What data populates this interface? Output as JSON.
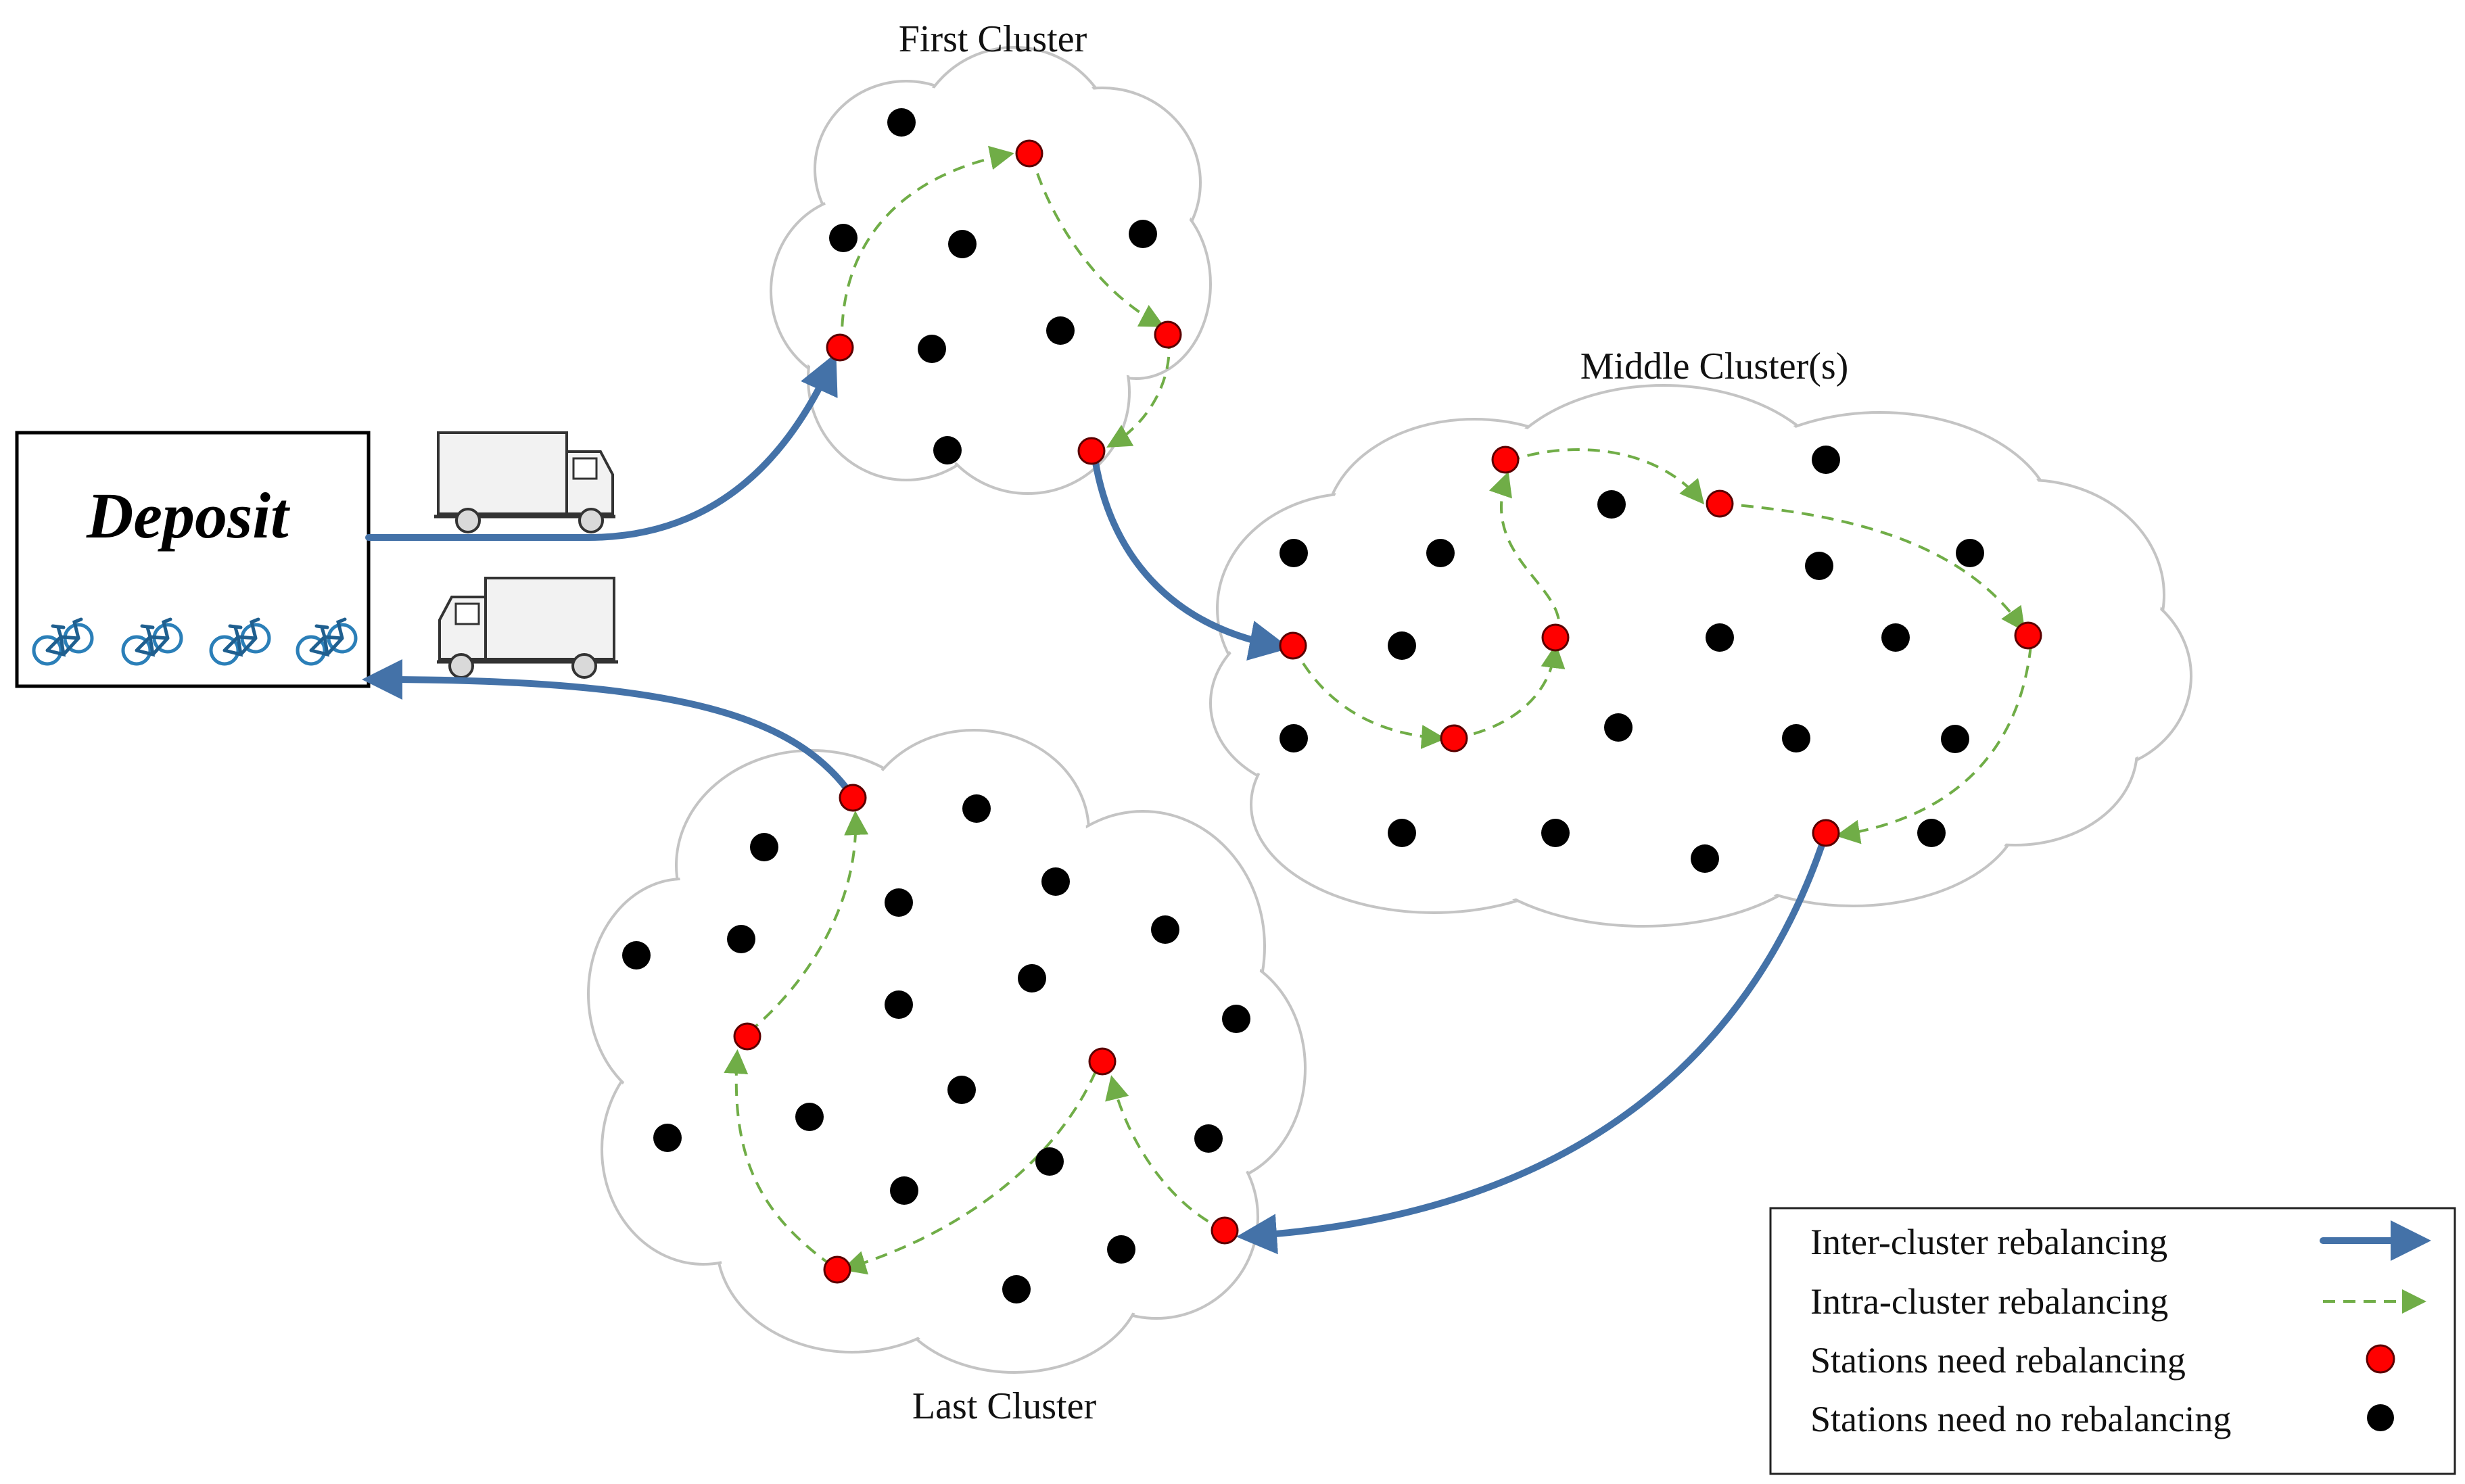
{
  "deposit": {
    "title": "Deposit",
    "bike_icon": "bicycle-icon",
    "bike_count": 4
  },
  "trucks": [
    {
      "icon": "truck-icon",
      "facing": "right"
    },
    {
      "icon": "truck-icon",
      "facing": "left"
    }
  ],
  "clusters": {
    "first": {
      "title": "First Cluster"
    },
    "middle": {
      "title": "Middle Cluster(s)"
    },
    "last": {
      "title": "Last Cluster"
    }
  },
  "legend": {
    "items": [
      {
        "label": "Inter-cluster rebalancing",
        "symbol": "solid-arrow",
        "color": "#4472a8"
      },
      {
        "label": "Intra-cluster rebalancing",
        "symbol": "dashed-arrow",
        "color": "#70ad47"
      },
      {
        "label": "Stations need rebalancing",
        "symbol": "red-dot",
        "color": "#ff0000"
      },
      {
        "label": "Stations need no rebalancing",
        "symbol": "black-dot",
        "color": "#000000"
      }
    ]
  },
  "colors": {
    "inter_arrow": "#4472a8",
    "intra_arrow": "#70ad47",
    "station_need": "#ff0000",
    "station_no": "#000000",
    "cloud_outline": "#c4c4c4"
  }
}
